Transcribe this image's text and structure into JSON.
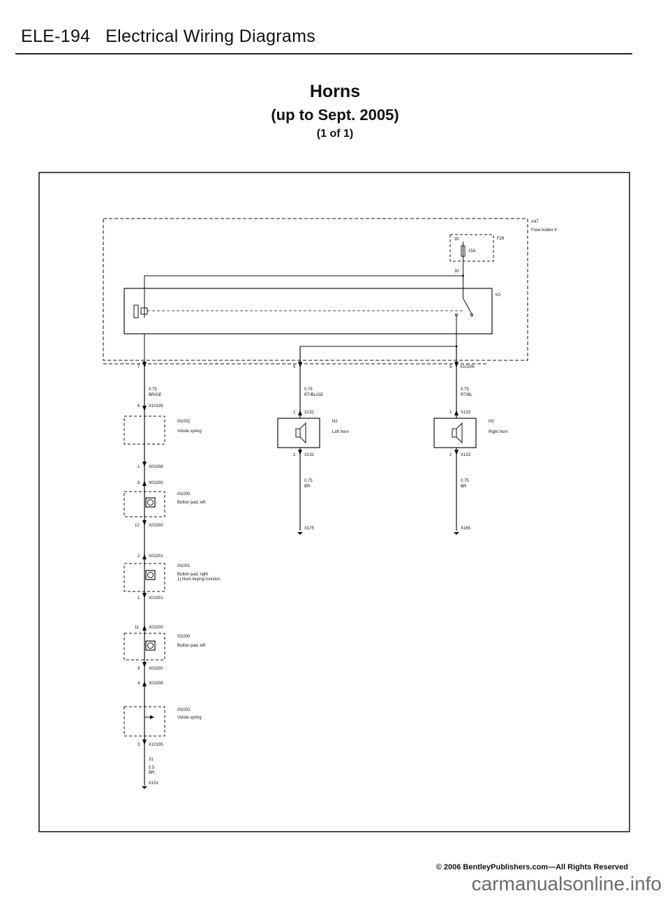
{
  "header": {
    "code": "ELE-194",
    "section": "Electrical Wiring Diagrams"
  },
  "title": {
    "main": "Horns",
    "sub": "(up to Sept. 2005)",
    "page": "(1 of 1)"
  },
  "labels": {
    "a47": "A47",
    "fuse_holder": "Fuse holder II",
    "f28": "F28",
    "fuse_pin": "30",
    "fuse_rating": "15A",
    "relay_pin": "30",
    "k2": "K2",
    "x10206": "X10206",
    "pin7": "7",
    "pin9": "9",
    "pin8": "8",
    "w_left_size": "0.75",
    "w_left_color": "BR/GE",
    "w_mid_size": "0.75",
    "w_mid_color": "RT/BL/GE",
    "w_right_size": "0.75",
    "w_right_color": "RT/BL",
    "pin6": "6",
    "x10195_a": "X10195",
    "i01002_a": "I01002",
    "volute_a": "Volute spring",
    "pin1_a": "1",
    "x01008_a": "X01008",
    "pin8_b": "8",
    "x01000_a": "X01000",
    "i01000_a": "I01000",
    "bpl_a": "Button pad, left",
    "pin10": "10",
    "x01000_b": "X01000",
    "pin2_a": "2",
    "x01001_a": "X01001",
    "i01001": "I01001",
    "bpr": "Button pad, right",
    "horn_keying": "1)  Horn keying function",
    "pin1_b": "1",
    "x01001_b": "X01001",
    "pin11": "11",
    "x01000_c": "X01000",
    "i01000_b": "I01000",
    "bpl_b": "Button pad, left",
    "pin9_b": "9",
    "x01000_d": "X01000",
    "pin4": "4",
    "x01008_b": "X01008",
    "i01002_b": "I01002",
    "volute_b": "Volute spring",
    "pin3": "3",
    "x10195_b": "X10195",
    "gnd_num": "31",
    "gnd_size": "0.5",
    "gnd_color": "BR",
    "x151": "X151",
    "h2_pin1": "1",
    "x132_a": "X132",
    "h2": "H2",
    "left_horn": "Left horn",
    "h2_pin2": "2",
    "x132_b": "X132",
    "h2_w_size": "0.75",
    "h2_w_color": "BR",
    "x175": "X175",
    "h3_pin1": "1",
    "x133_a": "X133",
    "h3": "H3",
    "right_horn": "Right horn",
    "h3_pin2": "2",
    "x133_b": "X133",
    "h3_w_size": "0.75",
    "h3_w_color": "BR",
    "x165": "X165"
  },
  "footer": {
    "copyright": "© 2006 BentleyPublishers.com—All Rights Reserved",
    "watermark": "carmanualsonline.info"
  }
}
